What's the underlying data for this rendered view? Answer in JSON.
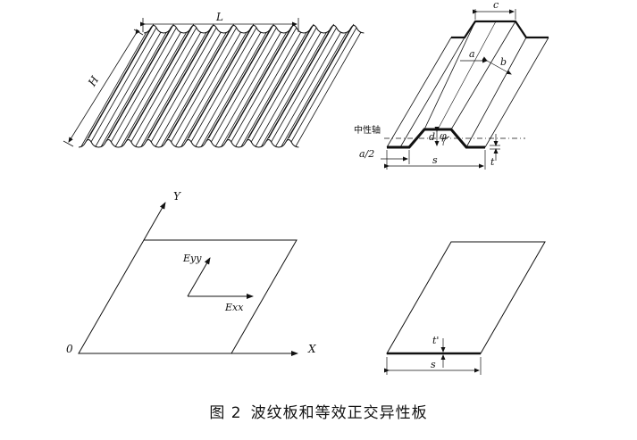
{
  "labels": {
    "L": "L",
    "H": "H",
    "c": "c",
    "a": "a",
    "b": "b",
    "neutral_axis": "中性轴",
    "d": "d",
    "phi": "φ",
    "a_half": "a/2",
    "s": "s",
    "t": "t",
    "Y": "Y",
    "X": "X",
    "O": "0",
    "Eyy": "Eyy",
    "Exx": "Exx",
    "t_eq": "t'",
    "s_eq": "s"
  },
  "caption": {
    "number": "图 2",
    "text": "波纹板和等效正交异性板"
  }
}
